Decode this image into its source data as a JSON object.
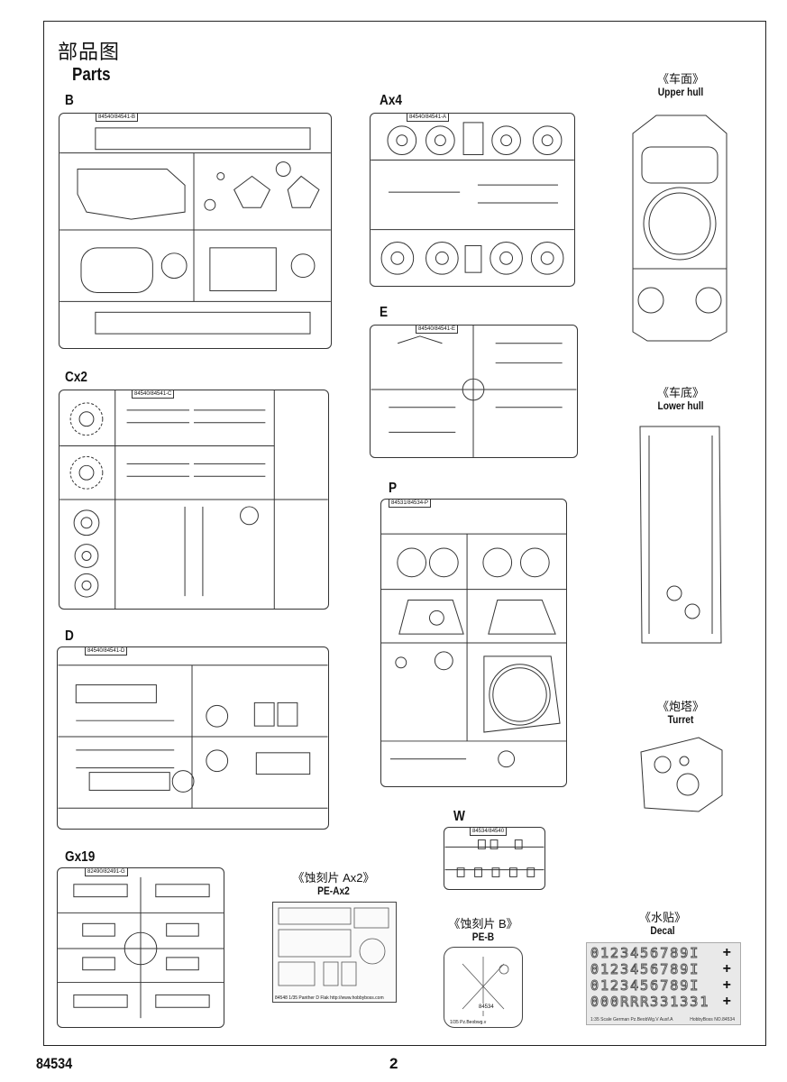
{
  "page": {
    "title_cn": "部品图",
    "title_en": "Parts",
    "model_no": "84534",
    "page_no": "2"
  },
  "sprues": {
    "B": {
      "label": "B",
      "code": "84540/84541-B"
    },
    "Ax4": {
      "label": "Ax4",
      "code": "84540/84541-A"
    },
    "Cx2": {
      "label": "Cx2",
      "code": "84540/84541-C"
    },
    "E": {
      "label": "E",
      "code": "84540/84541-E"
    },
    "P": {
      "label": "P",
      "code": "84531/84534-P"
    },
    "D": {
      "label": "D",
      "code": "84540/84541-D"
    },
    "W": {
      "label": "W",
      "code": "84534/84540"
    },
    "Gx19": {
      "label": "Gx19",
      "code": "82490/82491-G"
    }
  },
  "components": {
    "upper_hull": {
      "cn": "《车面》",
      "en": "Upper hull"
    },
    "lower_hull": {
      "cn": "《车底》",
      "en": "Lower hull"
    },
    "turret": {
      "cn": "《炮塔》",
      "en": "Turret"
    },
    "pe_a": {
      "cn": "《蚀刻片 Ax2》",
      "en": "PE-Ax2",
      "footer": "84548 1/35 Panther D Flak  http://www.hobbyboss.com"
    },
    "pe_b": {
      "cn": "《蚀刻片 B》",
      "en": "PE-B",
      "footer": "1/35 Pz.Beobwg.v",
      "code": "84534"
    },
    "decal": {
      "cn": "《水贴》",
      "en": "Decal",
      "row1": "0123456789I",
      "row2": "0123456789I",
      "row3": "0123456789I",
      "row4": "000RRR331331",
      "footer_l": "1:35 Scale  German Pz.BeobWg.V Ausf.A",
      "footer_r": "HobbyBoss  NO.84534"
    }
  }
}
